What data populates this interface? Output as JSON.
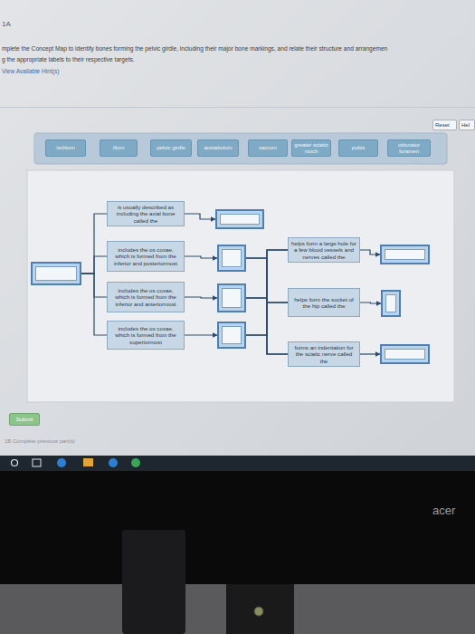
{
  "diagram": {
    "nodes": [
      {
        "text": [
          "Reset"
        ]
      },
      {
        "text": [
          "Hel"
        ]
      },
      {
        "text": [
          "ischium"
        ]
      },
      {
        "text": [
          "ilium"
        ]
      },
      {
        "text": [
          "pelvic girdle"
        ]
      },
      {
        "text": [
          "acetabulum"
        ]
      },
      {
        "text": [
          "sacrum"
        ]
      },
      {
        "text": [
          "greater sciatic notch"
        ]
      },
      {
        "text": [
          "pubis"
        ]
      },
      {
        "text": [
          "obturator foramen"
        ]
      },
      {
        "text": []
      },
      {
        "text": [
          "is usually described as including the axial bone called the"
        ]
      },
      {
        "text": []
      },
      {
        "text": [
          "helps form a large hole for a few blood vessels and nerves called the"
        ]
      },
      {
        "text": []
      },
      {
        "text": [
          "includes the os coxae, which is formed from the inferior and posteriormost"
        ]
      },
      {
        "text": []
      },
      {
        "text": [
          "includes the os coxae, which is formed from the inferior and anteriormost"
        ]
      },
      {
        "text": []
      },
      {
        "text": [
          "helps form the socket of the hip called the"
        ]
      },
      {
        "text": []
      },
      {
        "text": [
          "includes the os coxae, which is formed from the superiormost"
        ]
      },
      {
        "text": []
      },
      {
        "text": [
          "forms an indentation for the sciatic nerve called the"
        ]
      },
      {
        "text": []
      },
      {
        "text": [
          "Submit"
        ]
      }
    ],
    "edges": [
      {
        "from": 10,
        "to": 11,
        "arrow": "none"
      },
      {
        "from": 10,
        "to": 15,
        "arrow": "none"
      },
      {
        "from": 10,
        "to": 17,
        "arrow": "none"
      },
      {
        "from": 10,
        "to": 21,
        "arrow": "none"
      },
      {
        "from": 11,
        "to": 12,
        "arrow": "to"
      },
      {
        "from": 15,
        "to": 16,
        "arrow": "to"
      },
      {
        "from": 17,
        "to": 18,
        "arrow": "to"
      },
      {
        "from": 21,
        "to": 22,
        "arrow": "to"
      },
      {
        "from": 16,
        "to": 13,
        "arrow": "none"
      },
      {
        "from": 16,
        "to": 19,
        "arrow": "none"
      },
      {
        "from": 16,
        "to": 23,
        "arrow": "none"
      },
      {
        "from": 18,
        "to": 13,
        "arrow": "none"
      },
      {
        "from": 18,
        "to": 19,
        "arrow": "none"
      },
      {
        "from": 18,
        "to": 23,
        "arrow": "none"
      },
      {
        "from": 22,
        "to": 13,
        "arrow": "none"
      },
      {
        "from": 22,
        "to": 19,
        "arrow": "none"
      },
      {
        "from": 22,
        "to": 23,
        "arrow": "none"
      },
      {
        "from": 13,
        "to": 14,
        "arrow": "to"
      },
      {
        "from": 19,
        "to": 20,
        "arrow": "to"
      },
      {
        "from": 23,
        "to": 24,
        "arrow": "to"
      }
    ],
    "labels": [
      "1A",
      "mplete the Concept Map to identify bones forming the pelvic girdle, including their major bone markings, and relate their structure and arrangemen",
      "g the appropriate labels to their respective targets.",
      "View Available Hint(s)",
      "1B Complete previous part(s)",
      "acer"
    ]
  }
}
